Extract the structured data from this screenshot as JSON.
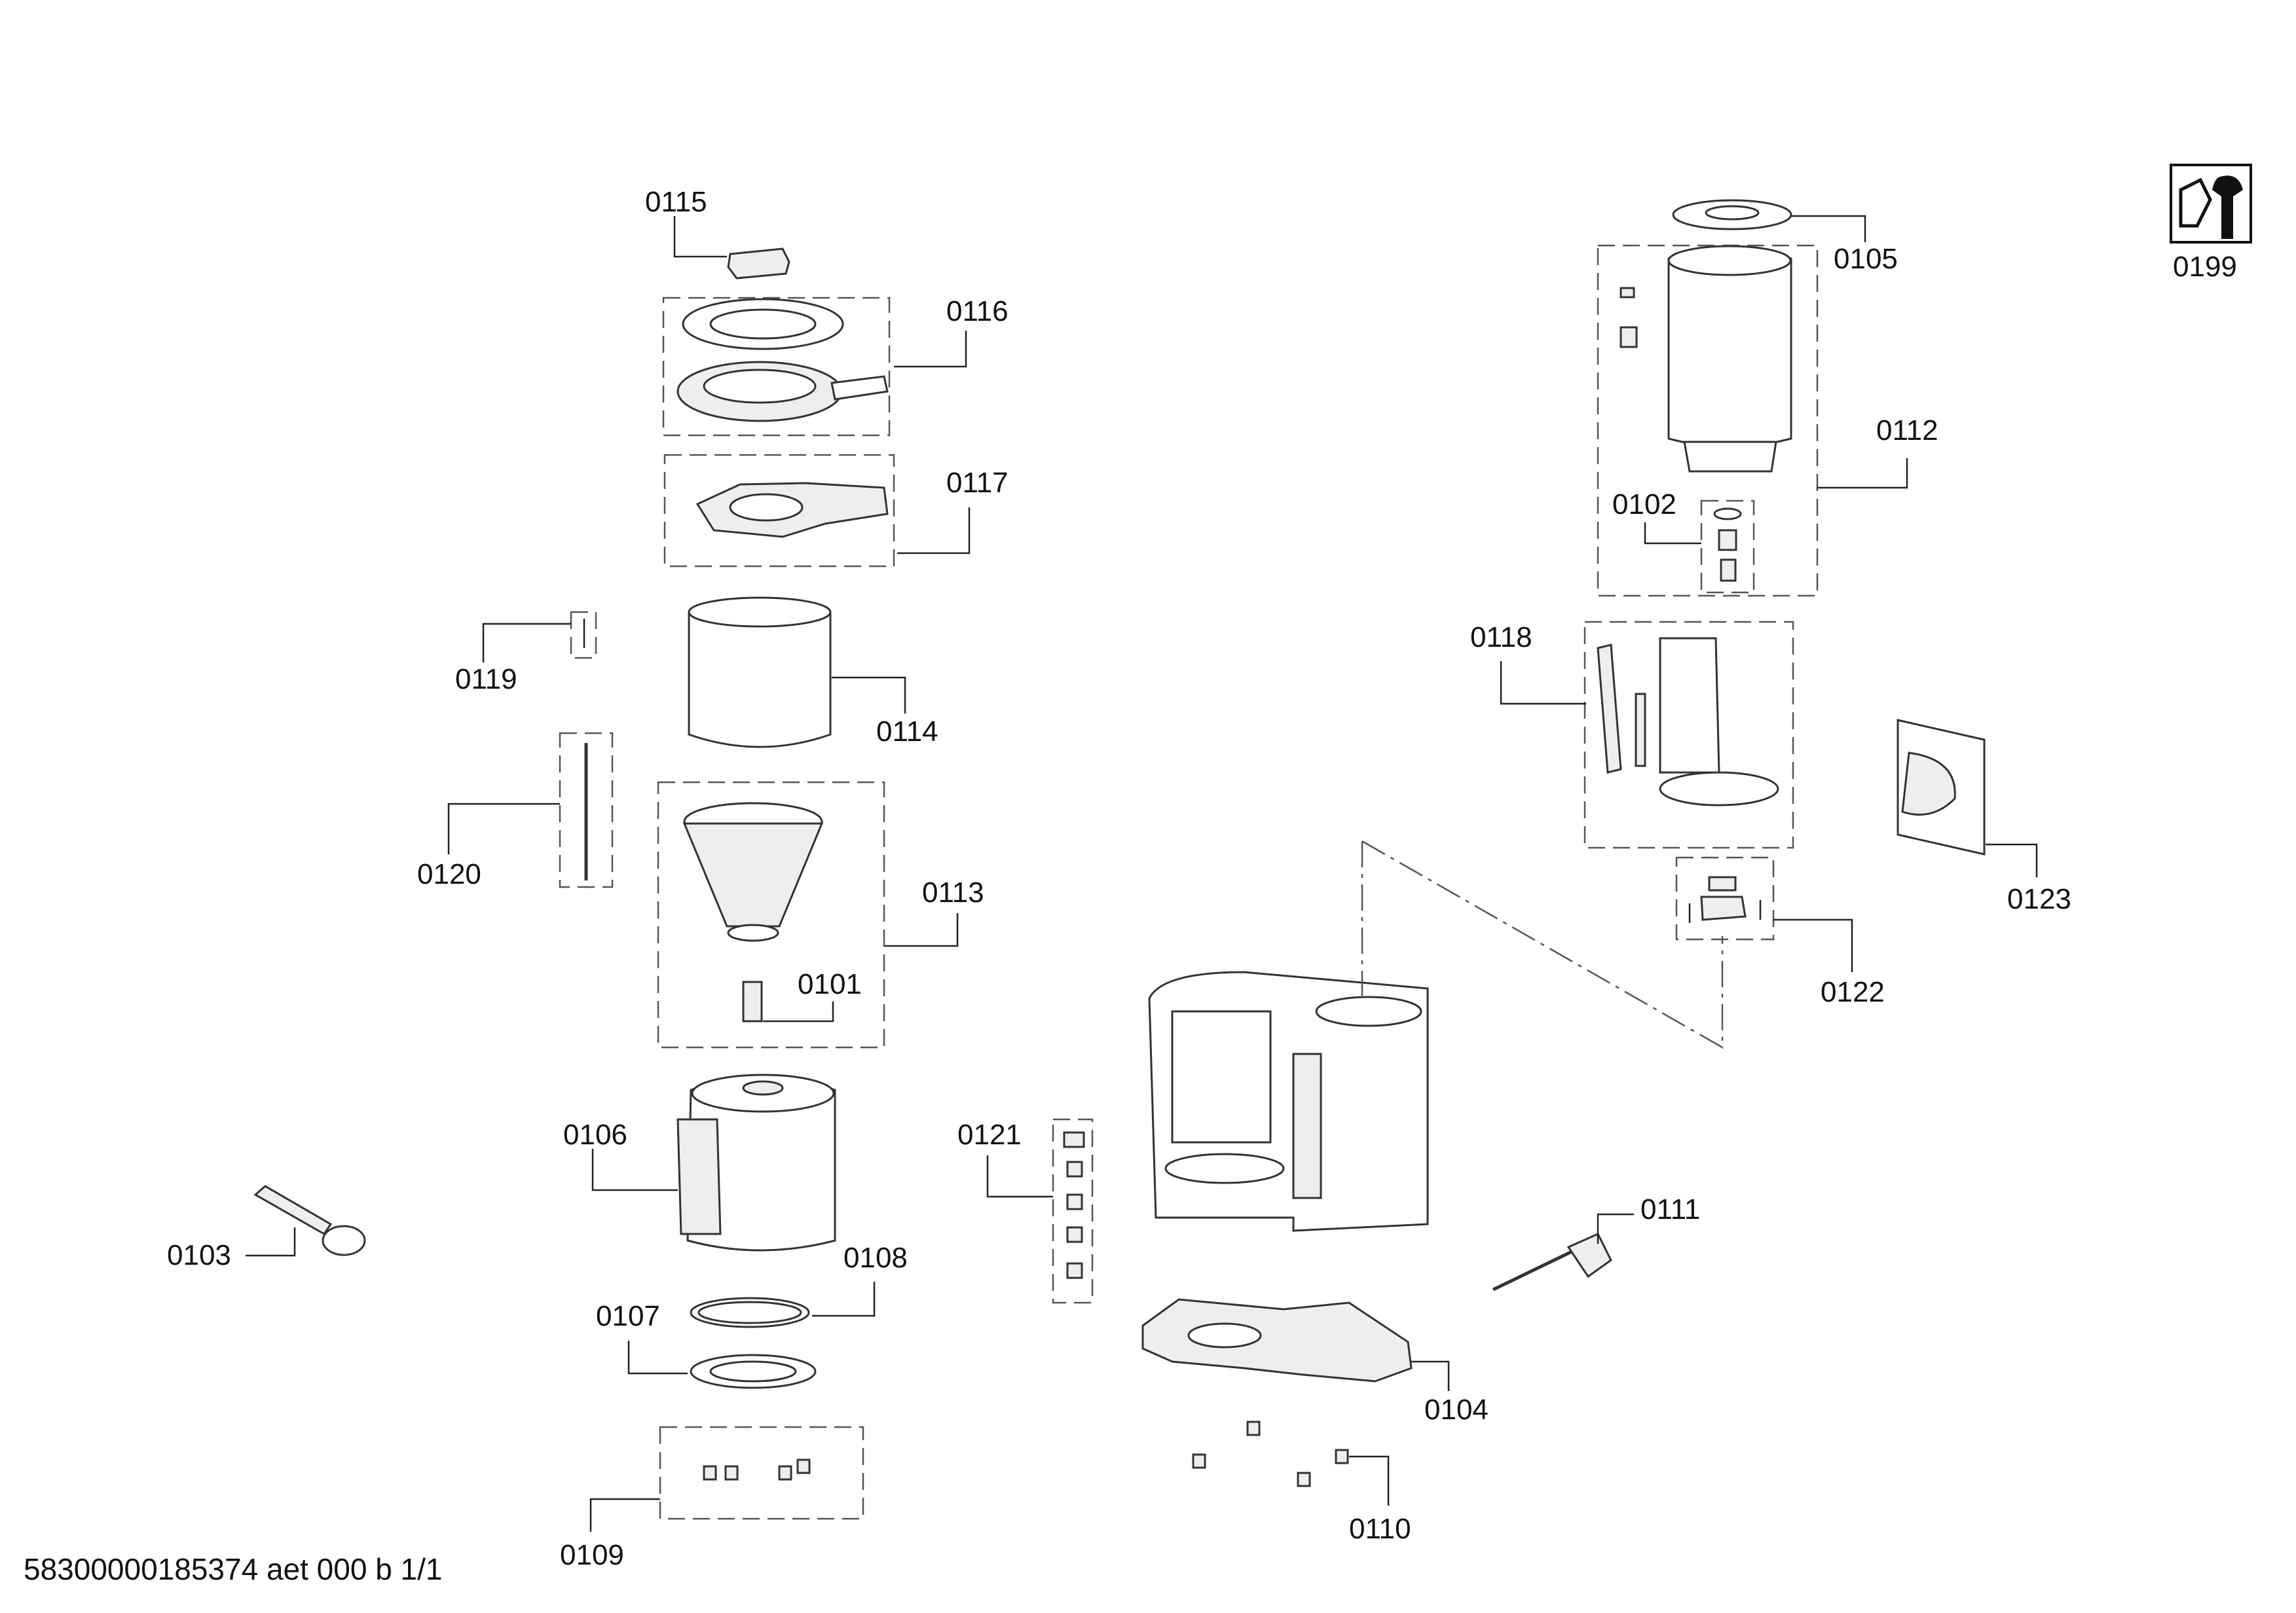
{
  "labels": {
    "p0101": "0101",
    "p0102": "0102",
    "p0103": "0103",
    "p0104": "0104",
    "p0105": "0105",
    "p0106": "0106",
    "p0107": "0107",
    "p0108": "0108",
    "p0109": "0109",
    "p0110": "0110",
    "p0111": "0111",
    "p0112": "0112",
    "p0113": "0113",
    "p0114": "0114",
    "p0115": "0115",
    "p0116": "0116",
    "p0117": "0117",
    "p0118": "0118",
    "p0119": "0119",
    "p0120": "0120",
    "p0121": "0121",
    "p0122": "0122",
    "p0123": "0123",
    "p0199": "0199"
  },
  "footer": {
    "doc_id": "58300000185374 aet 000 b 1/1"
  },
  "icons": {
    "service_kit": "wrench-nut-icon"
  }
}
